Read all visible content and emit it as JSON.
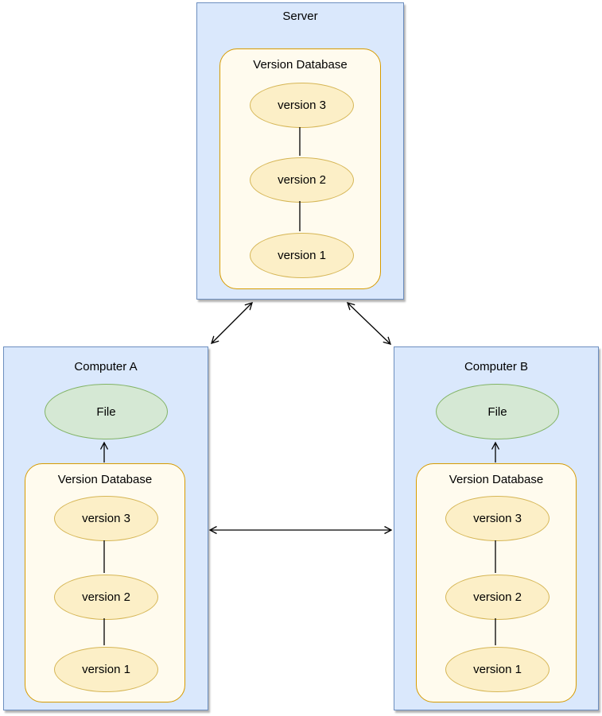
{
  "server": {
    "label": "Server",
    "version_database": {
      "label": "Version Database",
      "versions": [
        "version 3",
        "version 2",
        "version 1"
      ]
    }
  },
  "computer_a": {
    "label": "Computer A",
    "file_label": "File",
    "version_database": {
      "label": "Version Database",
      "versions": [
        "version 3",
        "version 2",
        "version 1"
      ]
    }
  },
  "computer_b": {
    "label": "Computer B",
    "file_label": "File",
    "version_database": {
      "label": "Version Database",
      "versions": [
        "version 3",
        "version 2",
        "version 1"
      ]
    }
  },
  "colors": {
    "container_fill": "#dae8fc",
    "container_stroke": "#6c8ebf",
    "db_fill": "#fffbee",
    "db_stroke": "#d79b00",
    "version_fill": "#fcefc7",
    "version_stroke": "#d6b656",
    "file_fill": "#d5e8d4",
    "file_stroke": "#82b366",
    "arrow_color": "#000000"
  }
}
